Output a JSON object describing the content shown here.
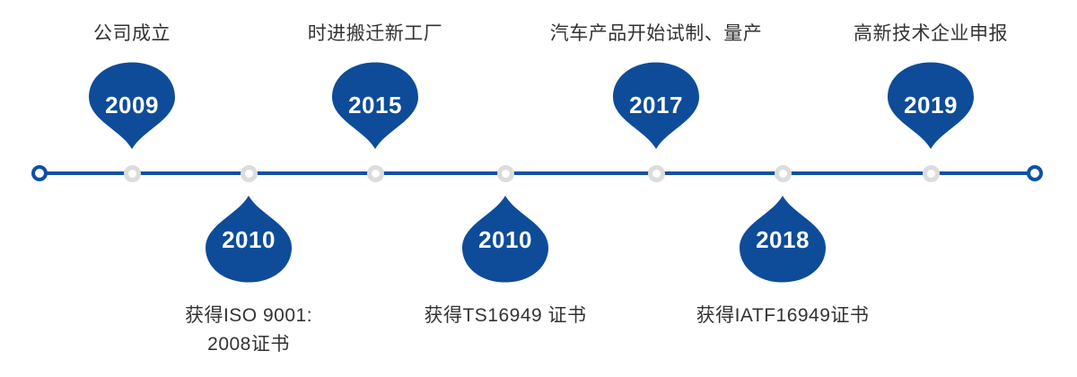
{
  "page": {
    "background": "#ffffff"
  },
  "timeline": {
    "accent_color": "#0C51A5",
    "drop_color": "#0E4C99",
    "node_ring_color": "#DCDCDC",
    "label_color": "#333333",
    "year_text_color": "#ffffff",
    "milestones": [
      {
        "year": "2009",
        "label": "公司成立",
        "side": "top"
      },
      {
        "year": "2010",
        "label": "获得ISO 9001:\n2008证书",
        "side": "bottom"
      },
      {
        "year": "2015",
        "label": "时进搬迁新工厂",
        "side": "top"
      },
      {
        "year": "2010",
        "label": "获得TS16949 证书",
        "side": "bottom"
      },
      {
        "year": "2017",
        "label": "汽车产品开始试制、量产",
        "side": "top"
      },
      {
        "year": "2018",
        "label": "获得IATF16949证书",
        "side": "bottom"
      },
      {
        "year": "2019",
        "label": "高新技术企业申报",
        "side": "top"
      }
    ]
  }
}
